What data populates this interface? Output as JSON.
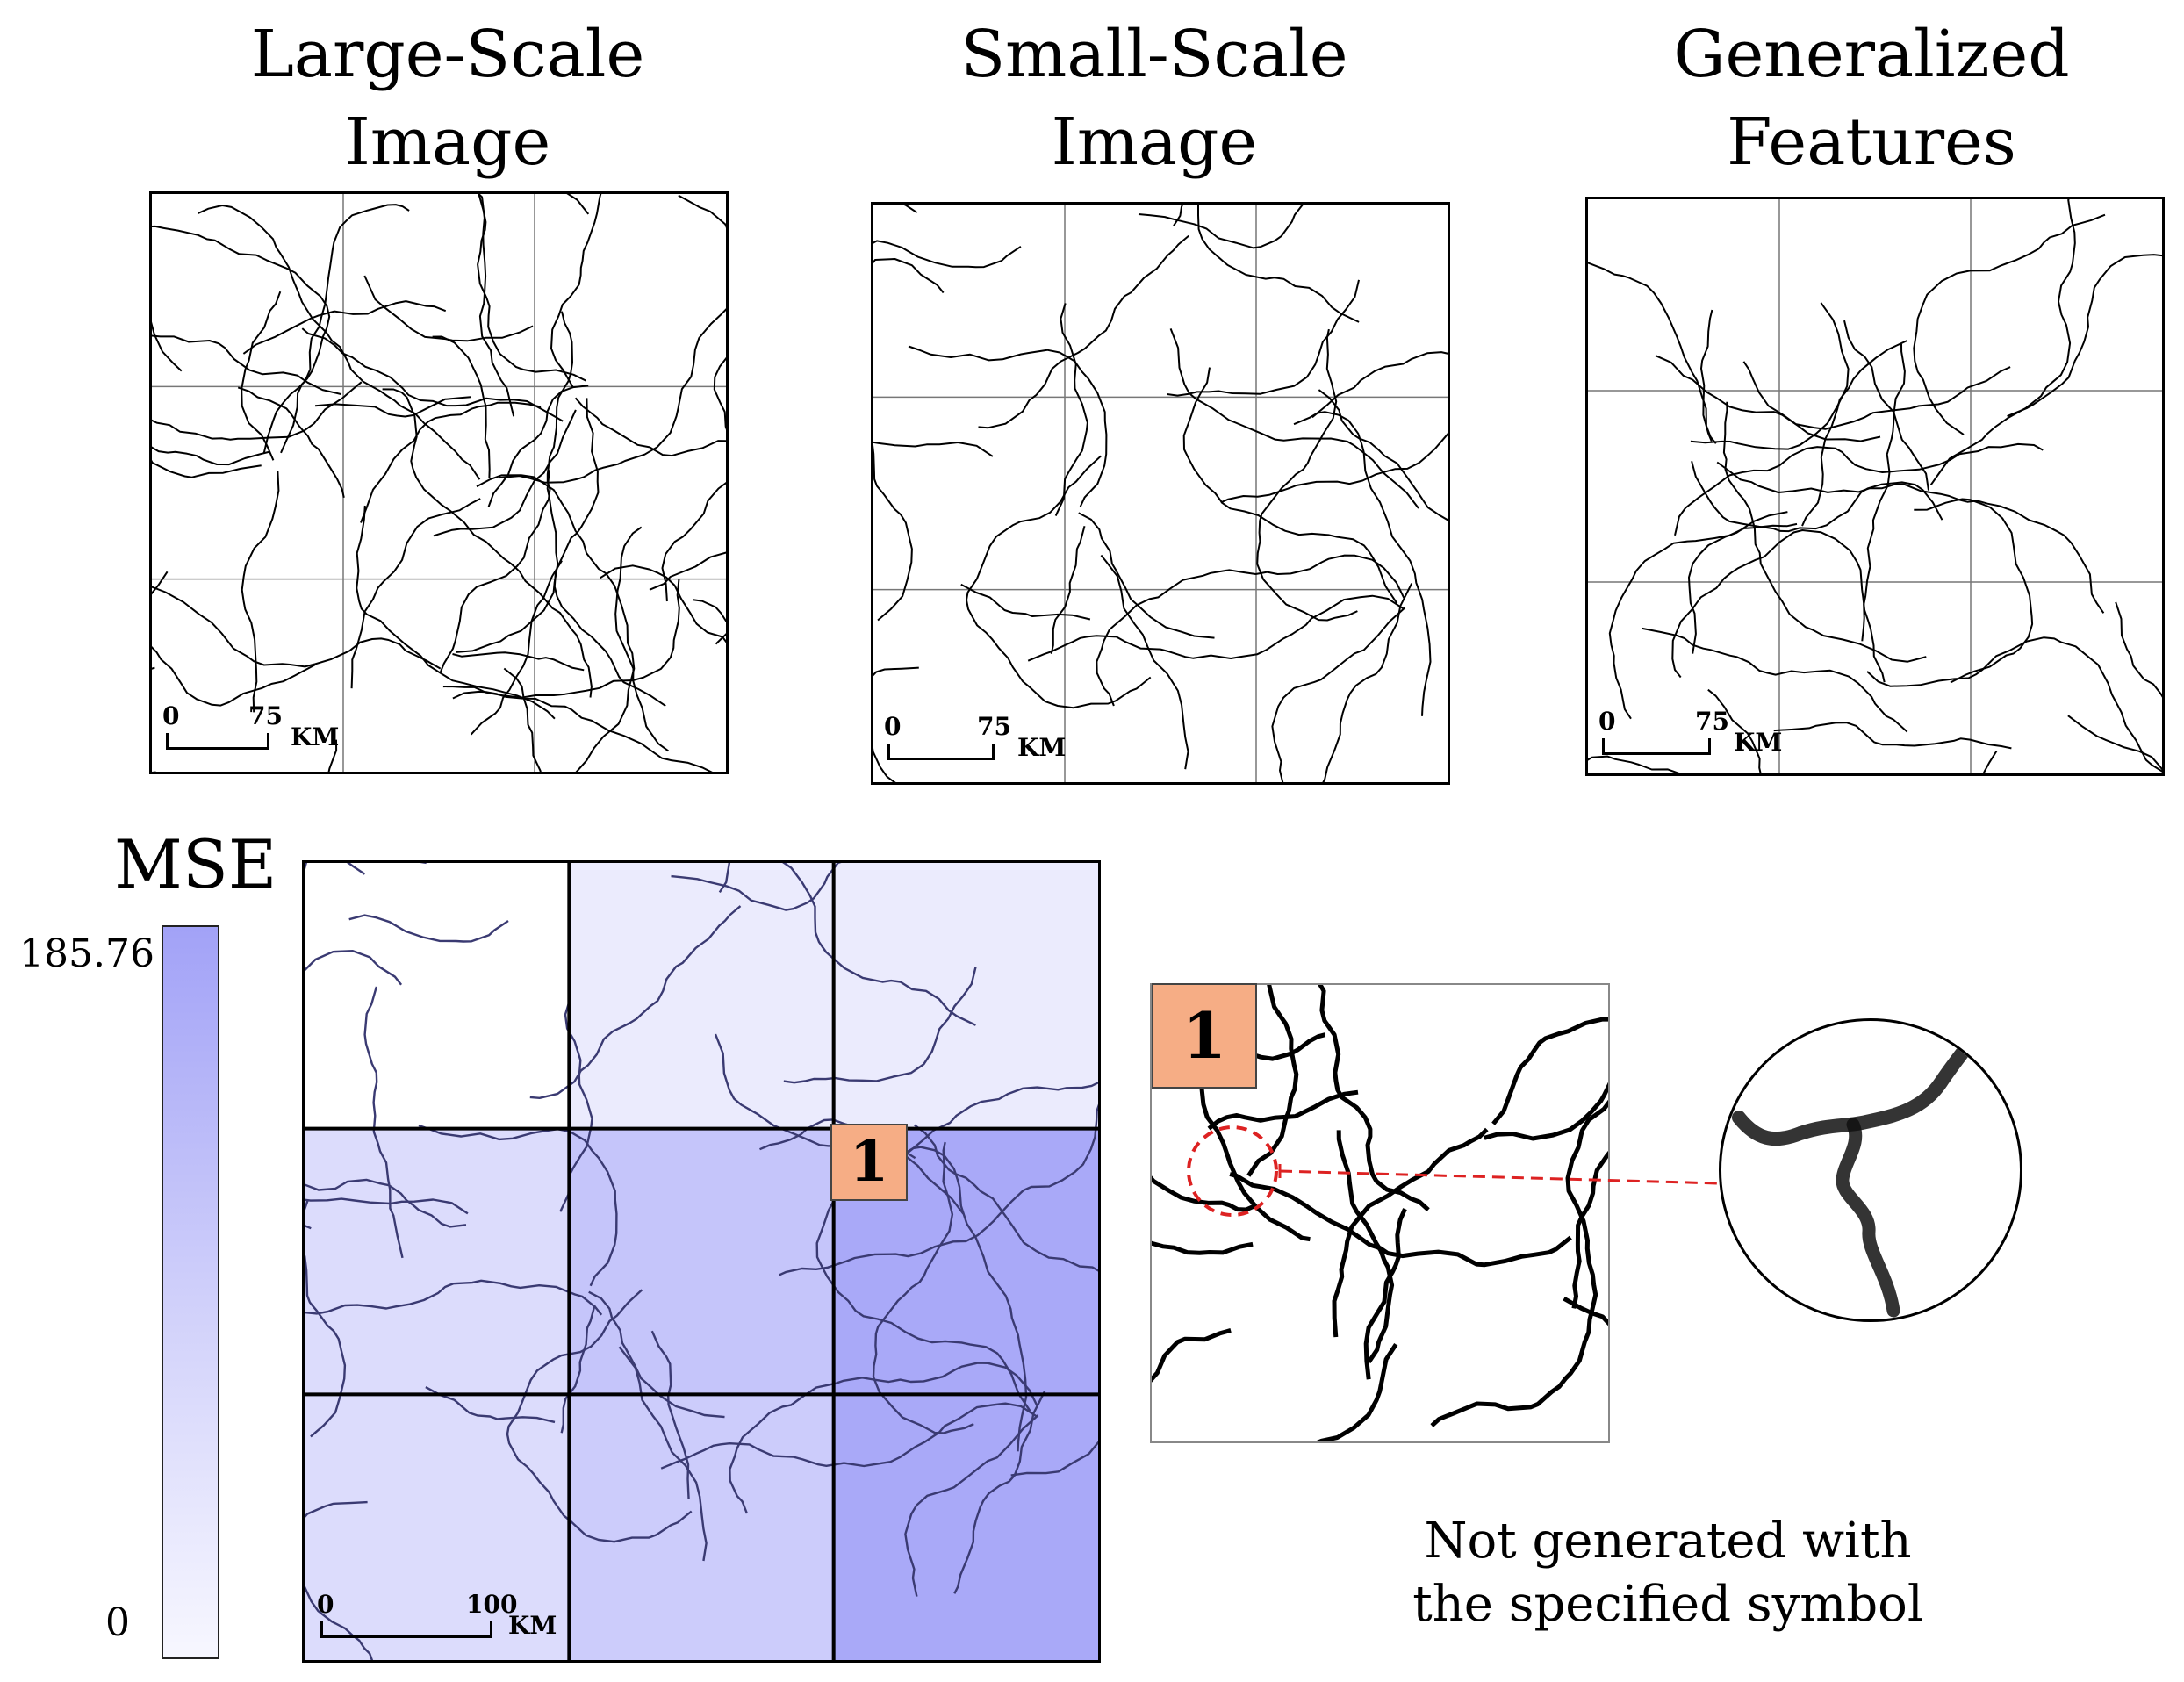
{
  "titles": {
    "large_scale": [
      "Large-Scale",
      "Image"
    ],
    "small_scale": [
      "Small-Scale",
      "Image"
    ],
    "generalized": [
      "Generalized",
      "Features"
    ]
  },
  "scalebars": {
    "top": {
      "start": "0",
      "end": "75",
      "unit": "KM"
    },
    "mse_map": {
      "start": "0",
      "end": "100",
      "unit": "KM"
    }
  },
  "legend": {
    "title": "MSE",
    "max": "185.76",
    "min": "0",
    "colors": {
      "max": "#a2a2f7",
      "min": "#f7f7ff"
    }
  },
  "mse_grid": {
    "levels": [
      [
        0.0,
        0.22,
        0.22
      ],
      [
        0.38,
        0.62,
        0.92
      ],
      [
        0.38,
        0.55,
        0.92
      ]
    ]
  },
  "badge": {
    "label": "1"
  },
  "caption": [
    "Not generated with",
    "the specified symbol"
  ],
  "colors": {
    "road": "#000000",
    "road_on_mse": "#3a3a72",
    "badge": "#f6ad85",
    "dashed": "#dd2222"
  }
}
